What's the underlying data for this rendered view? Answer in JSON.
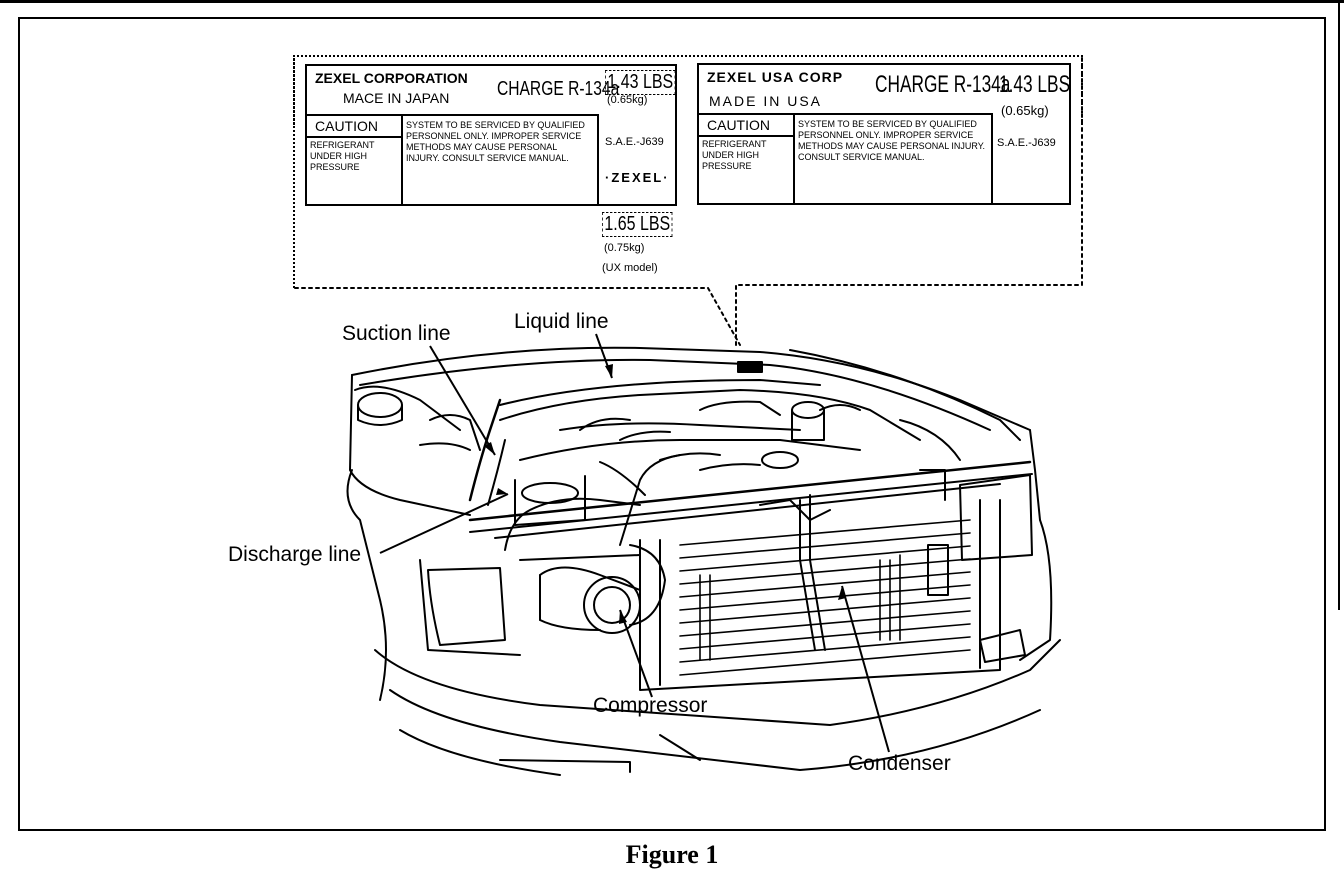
{
  "figure": {
    "caption": "Figure 1"
  },
  "labels": {
    "suction_line": "Suction line",
    "liquid_line": "Liquid line",
    "discharge_line": "Discharge line",
    "compressor": "Compressor",
    "condenser": "Condenser"
  },
  "decal_left": {
    "company": "ZEXEL CORPORATION",
    "made_in": "MACE IN JAPAN",
    "charge": "CHARGE R-134a",
    "charge_amount": "1.43 LBS",
    "charge_kg": "(0.65kg)",
    "caution": "CAUTION",
    "warning": "REFRIGERANT UNDER HIGH PRESSURE",
    "service_text": "SYSTEM TO BE SERVICED BY QUALIFIED PERSONNEL ONLY. IMPROPER SERVICE METHODS MAY CAUSE PERSONAL INJURY. CONSULT SERVICE MANUAL.",
    "standard": "S.A.E.-J639",
    "brand": "·ZEXEL·"
  },
  "decal_right": {
    "company": "ZEXEL USA CORP",
    "made_in": "MADE IN USA",
    "charge": "CHARGE R-134a",
    "charge_amount": "1.43 LBS",
    "charge_kg": "(0.65kg)",
    "caution": "CAUTION",
    "warning": "REFRIGERANT UNDER HIGH PRESSURE",
    "service_text": "SYSTEM TO BE SERVICED BY QUALIFIED PERSONNEL ONLY. IMPROPER SERVICE METHODS MAY CAUSE PERSONAL INJURY. CONSULT SERVICE MANUAL.",
    "standard": "S.A.E.-J639"
  },
  "ux_charge": {
    "amount": "1.65 LBS",
    "kg": "(0.75kg)",
    "model": "(UX model)"
  }
}
